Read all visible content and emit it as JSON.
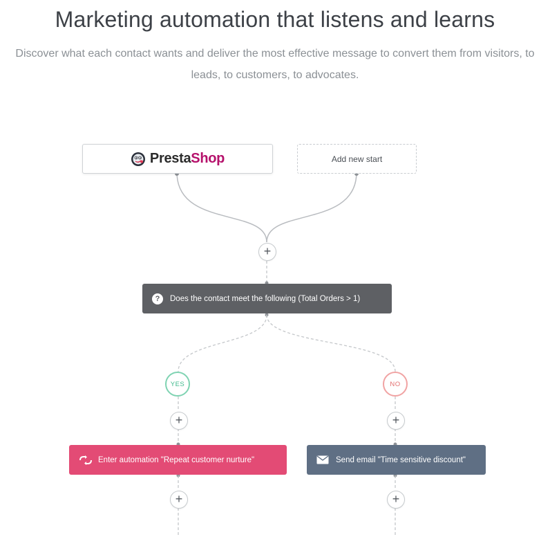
{
  "header": {
    "title": "Marketing automation that listens and learns",
    "subtitle": "Discover what each contact wants and deliver the most effective message to convert them from visitors, to leads, to customers, to advocates."
  },
  "starts": {
    "primary_brand_part1": "Presta",
    "primary_brand_part2": "Shop",
    "add_new_label": "Add new start"
  },
  "condition": {
    "icon_glyph": "?",
    "label": "Does the contact meet the following (Total Orders > 1)"
  },
  "branches": {
    "yes_label": "YES",
    "no_label": "NO"
  },
  "actions": {
    "left": "Enter automation \"Repeat customer nurture\"",
    "right": "Send email \"Time sensitive discount\""
  },
  "plus_glyph": "+",
  "colors": {
    "condition_bg": "#5e6064",
    "yes": "#3eb98b",
    "no": "#e36f6f",
    "action_pink": "#e34b75",
    "action_slate": "#5f6f84",
    "prestashop_magenta": "#b5116b"
  }
}
